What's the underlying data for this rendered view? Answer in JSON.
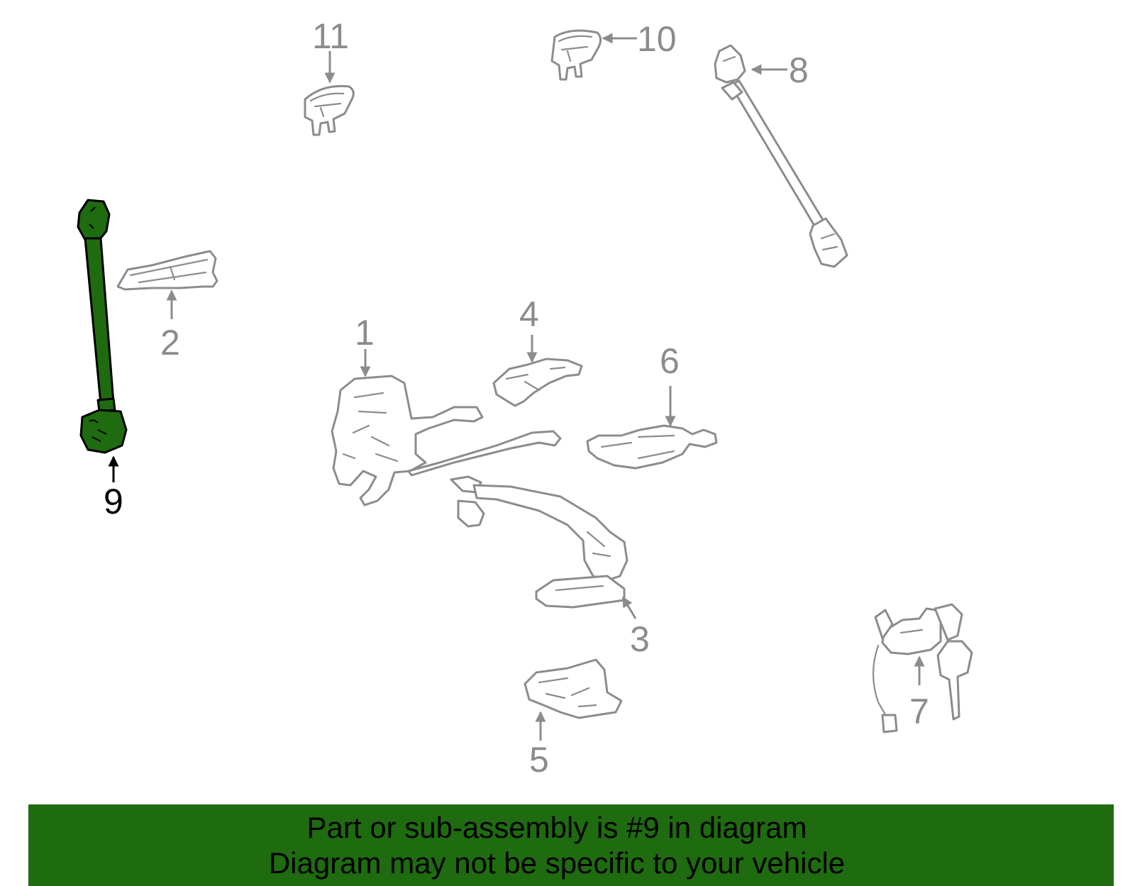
{
  "diagram": {
    "highlighted_part": "9",
    "callouts": [
      "1",
      "2",
      "3",
      "4",
      "5",
      "6",
      "7",
      "8",
      "9",
      "10",
      "11"
    ],
    "colors": {
      "highlight": "#1f6b10",
      "line_art": "#8c8c8c",
      "banner": "#1f6b10",
      "banner_text": "#000000"
    }
  },
  "banner": {
    "line1": "Part or sub-assembly is #9 in diagram",
    "line2": "Diagram may not be specific to your vehicle"
  }
}
